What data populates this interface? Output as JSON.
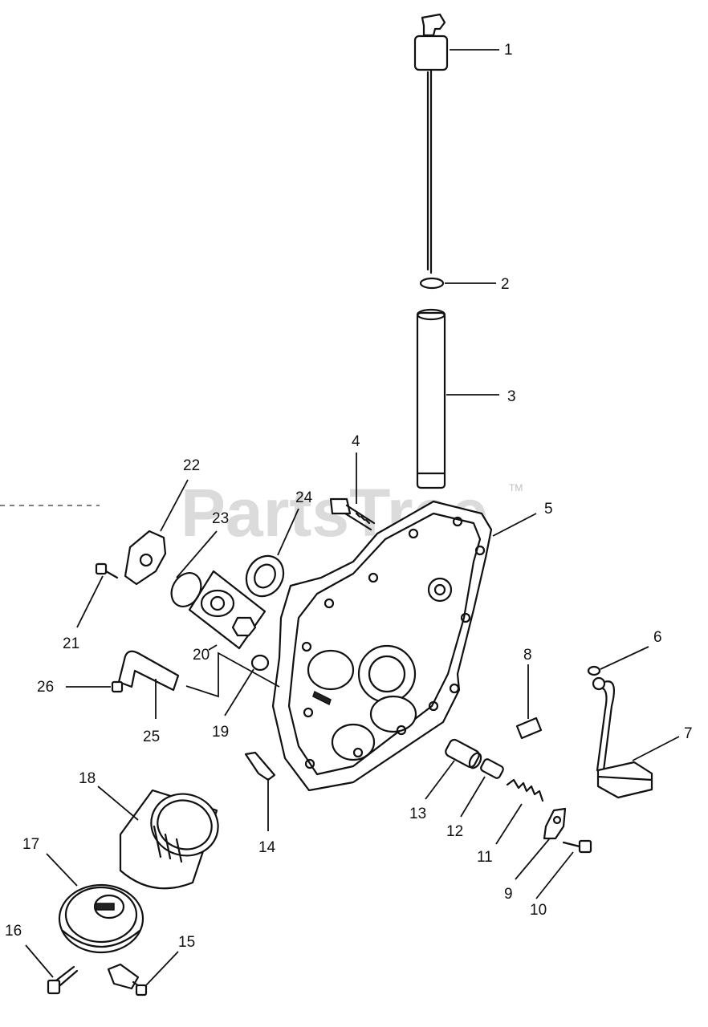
{
  "watermark": {
    "text": "PartsTree",
    "trademark": "TM"
  },
  "callouts": {
    "c1": "1",
    "c2": "2",
    "c3": "3",
    "c4": "4",
    "c5": "5",
    "c6": "6",
    "c7": "7",
    "c8": "8",
    "c9": "9",
    "c10": "10",
    "c11": "11",
    "c12": "12",
    "c13": "13",
    "c14": "14",
    "c15": "15",
    "c16": "16",
    "c17": "17",
    "c18": "18",
    "c19": "19",
    "c20": "20",
    "c21": "21",
    "c22": "22",
    "c23": "23",
    "c24": "24",
    "c25": "25",
    "c26": "26"
  }
}
